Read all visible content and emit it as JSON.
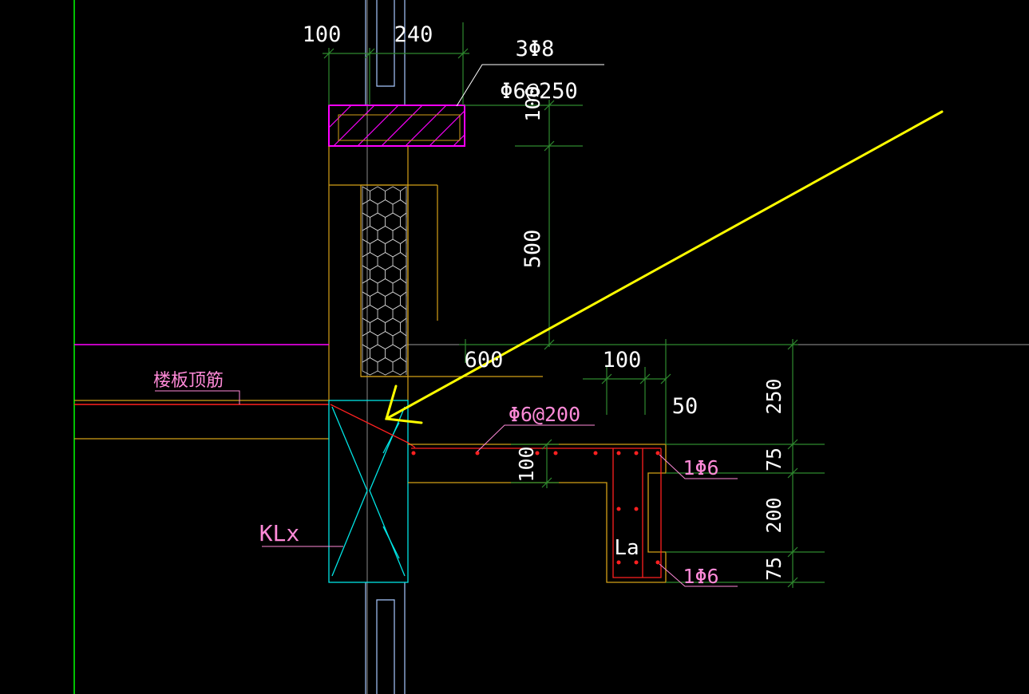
{
  "colors": {
    "background": "#000000",
    "green_line": "#00ff00",
    "dim_line": "#2f8a2f",
    "magenta": "#ff00ff",
    "orange": "#d4a017",
    "cyan": "#00e5e5",
    "red": "#ff2020",
    "yellow": "#ffff00",
    "white_text": "#ffffff",
    "pink_text": "#ff8ad8",
    "wall_blue": "#a8c8ff",
    "grey": "#9a9a9a"
  },
  "dimensions": {
    "top_100": "100",
    "top_240": "240",
    "cap_100": "100",
    "v_500": "500",
    "h_600": "600",
    "h_100": "100",
    "v_50": "50",
    "slab_100": "100",
    "r_250": "250",
    "r_75_top": "75",
    "r_200": "200",
    "r_75_bottom": "75"
  },
  "annotations": {
    "coping_top_rebar": "3Φ8",
    "coping_stirrup": "Φ6@250",
    "slab_rebar": "Φ6@200",
    "upturn_top_bar": "1Φ6",
    "upturn_bottom_bar": "1Φ6",
    "floor_top_rebar": "楼板顶筋",
    "frame_beam": "KLx",
    "edge_beam": "La"
  }
}
